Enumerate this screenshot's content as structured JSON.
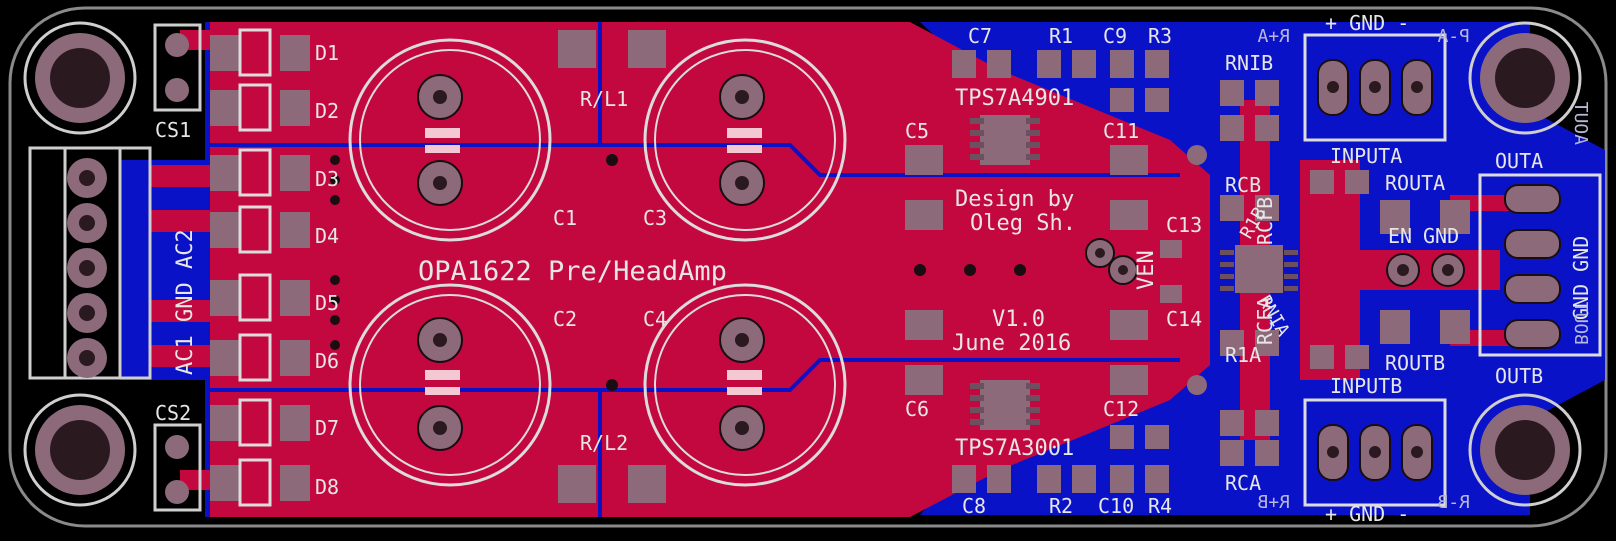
{
  "colors": {
    "background": "#000000",
    "top_copper": "#c3073f",
    "bottom_copper": "#0a12c8",
    "pad": "#8c6a7a",
    "silkscreen": "#e6e6e6",
    "outline": "#9a9a9a"
  },
  "labels": {
    "title": "OPA1622 Pre/HeadAmp",
    "design_line1": "Design by",
    "design_line2": "Oleg Sh.",
    "version": "V1.0",
    "date": "June 2016"
  },
  "components": {
    "diodes": [
      "D1",
      "D2",
      "D3",
      "D4",
      "D5",
      "D6",
      "D7",
      "D8"
    ],
    "caps_big": [
      "C1",
      "C2",
      "C3",
      "C4"
    ],
    "caps_small": [
      "C5",
      "C6",
      "C7",
      "C8",
      "C9",
      "C10",
      "C11",
      "C12",
      "C13",
      "C14"
    ],
    "resistors": [
      "R1",
      "R2",
      "R3",
      "R4"
    ],
    "relays": [
      "R/L1",
      "R/L2"
    ],
    "cs": [
      "CS1",
      "CS2"
    ],
    "regulators": [
      "TPS7A4901",
      "TPS7A3001"
    ],
    "misc": [
      "VEN",
      "EN",
      "GND",
      "RNIA",
      "RNIB",
      "RCA",
      "RCB",
      "R1A",
      "R1B",
      "RCFA",
      "RCFB",
      "ROUTA",
      "ROUTB"
    ],
    "connectors": [
      "INPUTA",
      "INPUTB",
      "OUTA",
      "OUTB"
    ],
    "gnd_top": "+ GND -",
    "gnd_bot": "+ GND -",
    "left_conn": "AC1 GND AC2",
    "right_conn": "GND GND",
    "mirrored": [
      "P-A",
      "R+A",
      "R-B",
      "R+B",
      "AOUT",
      "BOUT"
    ]
  }
}
